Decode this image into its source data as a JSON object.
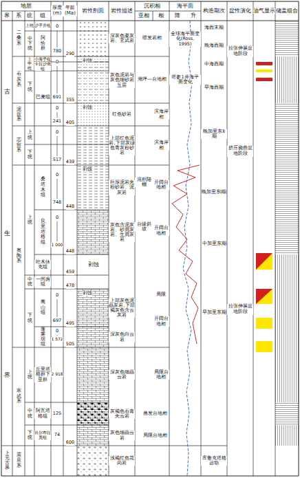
{
  "diagram": {
    "labels": [
      "地层",
      "界",
      "系",
      "统",
      "组",
      "厚度 (m)",
      "年龄 (Ma)",
      "岩性剖面",
      "岩性描述",
      "沉积相",
      "亚相",
      "相",
      "海平面",
      "降",
      "升",
      "构造期次",
      "盆性演化",
      "油气显示",
      "储盖组合",
      "古生界",
      "二叠系",
      "上统",
      "沙子井组",
      "中下统",
      "阿恰群",
      "0",
      "780",
      "290",
      "深灰色凝灰岩、玄武岩",
      "喷发岩相",
      "全球海平面变化(Ross, 1995)",
      "海西末期",
      "晚海西期",
      "拉张伸展盆地阶段",
      "石炭系",
      "上中统",
      "小海子组",
      "卡拉沙依组",
      "下统",
      "巴麦组",
      "0",
      "691",
      "355",
      "剥蚀",
      "灰色泥岩与灰色细砂岩互层",
      "潮坪—台地相",
      "塔参1井海平面变化",
      "中海西期",
      "早海西期",
      "泥盆系",
      "0",
      "241",
      "405",
      "剥蚀",
      "红色砂岩",
      "滨海岸相",
      "晚加里东Ⅱ期",
      "志留系",
      "上统",
      "下统",
      "0",
      "517",
      "439",
      "上部红色泥岩,下部灰绿色青灰粉砂岩",
      "滨海岸相",
      "剥蚀",
      "奥陶系",
      "上统",
      "桑塔木组",
      "0",
      "748",
      "448",
      "良里塔格组",
      "0",
      "1 000",
      "448",
      "吐木休克组",
      "459",
      "剥蚀",
      "中统",
      "一间房组",
      "478",
      "下统",
      "鹰山组",
      "0",
      "697",
      "495",
      "剥蚀",
      "蓬莱坝组",
      "0",
      "1 572",
      "505",
      "巨厚泥岩夹粉砂岩、泥灰岩",
      "灰色含泥灰岩、砂屑灰岩、生屑灰岩",
      "上部灰色泥晶灰岩,下部褐灰色含云灰岩",
      "深灰色白云岩",
      "混积陆棚",
      "台缘斜坡",
      "开阔台地相",
      "开阔台地相",
      "局限",
      "开阔台地相",
      "晚加里东Ⅰ期",
      "中加里东期",
      "挤压挠曲盆地阶段",
      "早加里东期",
      "拉张伸展盆地阶段",
      "寒武系",
      "上统",
      "丘里塔格群下亚群",
      "2 918",
      "深灰色细晶云岩",
      "局限台地相",
      "中统",
      "阿瓦塔格组",
      "125",
      "灰褐色石膏夹云岩",
      "蒸发台地相",
      "下统",
      "肖尔布拉克组",
      "74",
      "600",
      "灰色细晶云岩",
      "局限台地相",
      "上元古界",
      "震旦系",
      "浅褐红色花岗岩",
      "库鲁克塔格运动"
    ]
  }
}
